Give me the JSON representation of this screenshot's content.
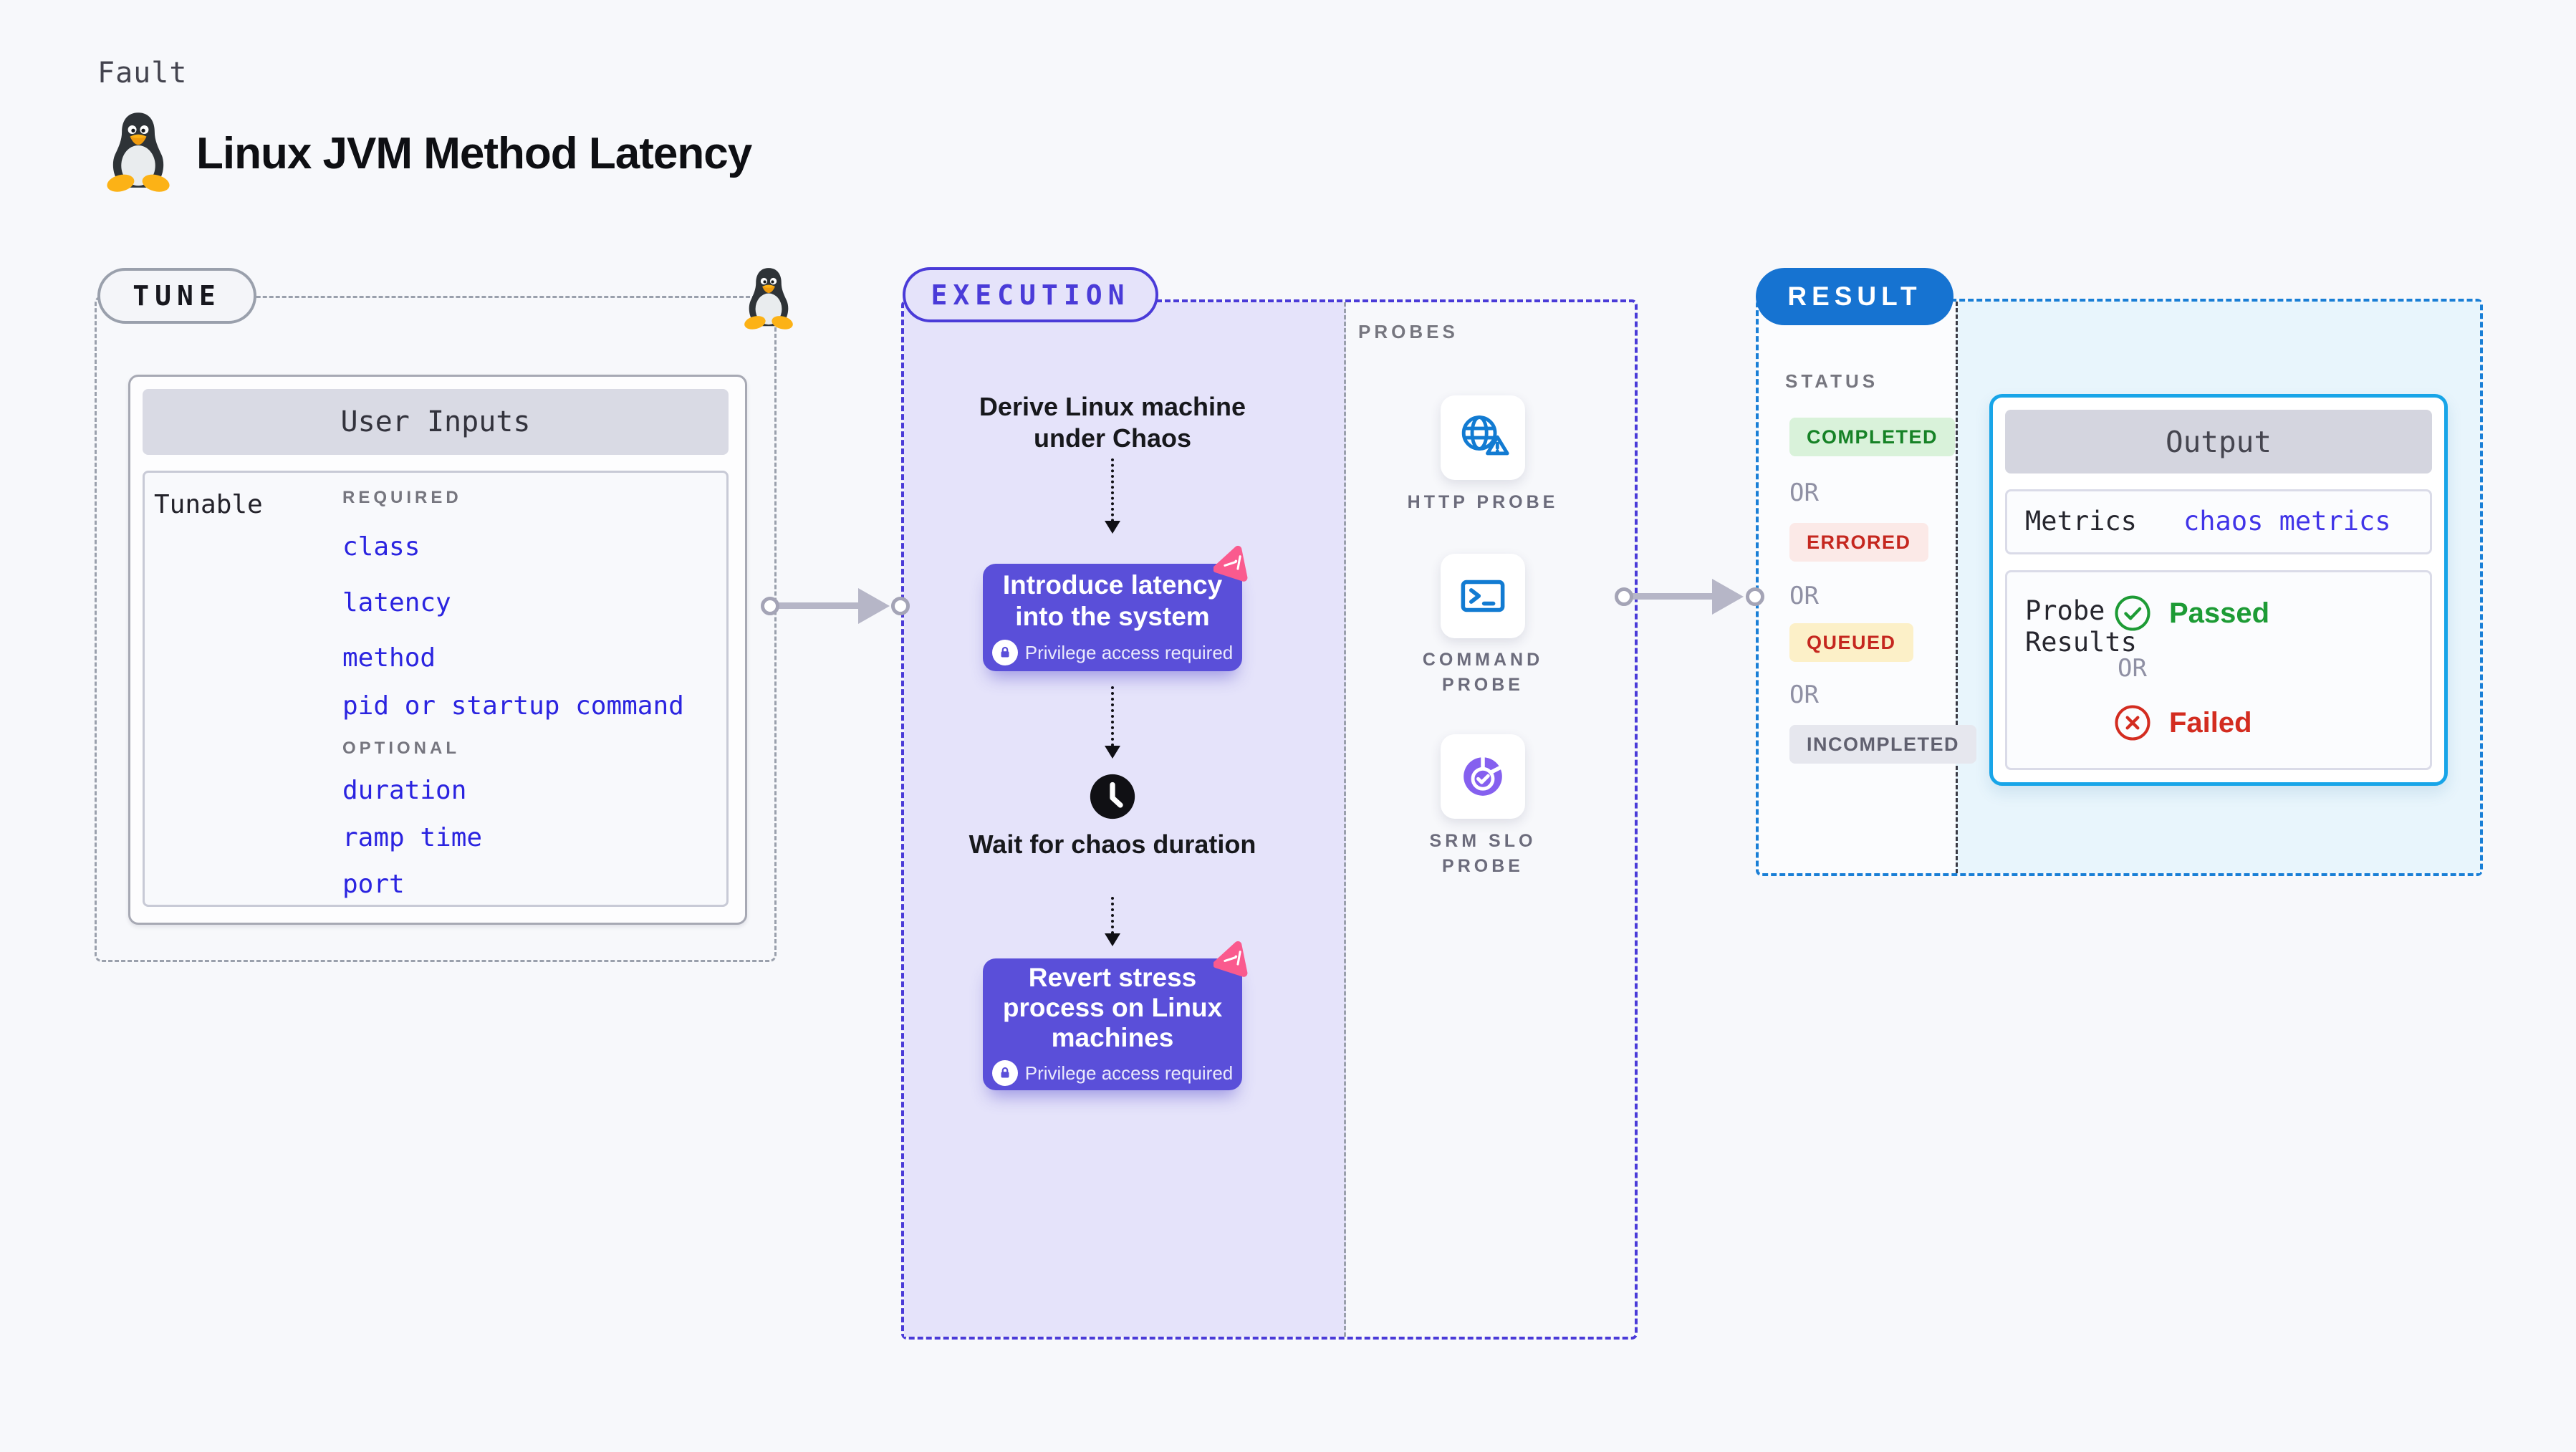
{
  "page": {
    "fault_label": "Fault",
    "title": "Linux JVM Method Latency"
  },
  "tune": {
    "badge": "TUNE",
    "card_title": "User Inputs",
    "row_label": "Tunable",
    "required_label": "REQUIRED",
    "required_fields": [
      "class",
      "latency",
      "method",
      "pid or startup command"
    ],
    "optional_label": "OPTIONAL",
    "optional_fields": [
      "duration",
      "ramp time",
      "port"
    ]
  },
  "execution": {
    "badge": "EXECUTION",
    "step_derive": "Derive Linux machine under Chaos",
    "action_introduce": "Introduce latency into the system",
    "privilege_note": "Privilege access required",
    "step_wait": "Wait for chaos duration",
    "action_revert": "Revert stress process on Linux machines"
  },
  "probes": {
    "heading": "PROBES",
    "items": [
      "HTTP PROBE",
      "COMMAND PROBE",
      "SRM SLO PROBE"
    ]
  },
  "result": {
    "badge": "RESULT",
    "status_heading": "STATUS",
    "or_label": "OR",
    "statuses": [
      {
        "label": "COMPLETED"
      },
      {
        "label": "ERRORED"
      },
      {
        "label": "QUEUED"
      },
      {
        "label": "INCOMPLETED"
      }
    ],
    "output": {
      "title": "Output",
      "metrics_label": "Metrics",
      "metrics_value": "chaos metrics",
      "probe_label": "Probe Results",
      "passed_label": "Passed",
      "or_label": "OR",
      "failed_label": "Failed"
    }
  },
  "icons": {
    "fault": "tux-penguin-icon",
    "chaos_action": "chaos-triangle-icon",
    "privilege": "lock-icon",
    "wait": "clock-icon",
    "http_probe": "globe-alert-icon",
    "command_probe": "terminal-icon",
    "srm_slo_probe": "slo-pie-check-icon",
    "passed": "check-circle-icon",
    "failed": "x-circle-icon"
  },
  "colors": {
    "page_bg": "#f7f8fb",
    "execution_accent": "#4a3bd8",
    "execution_bg": "#e5e3fa",
    "action_button": "#5a4fd9",
    "chaos_pink": "#fa5a8e",
    "result_accent": "#1a7fd6",
    "result_badge": "#1673d1",
    "result_bg": "#e8f5fc",
    "output_border": "#18a5e8",
    "probe_blue": "#127bd2",
    "srm_purple": "#8560ef",
    "link_blue": "#2b24e0",
    "completed_green": "#168226",
    "errored_red": "#c5271f",
    "passed_green": "#1d9b35",
    "failed_red": "#d32c20",
    "tune_border": "#9aa0ac",
    "arrow_gray": "#b6b6c7"
  }
}
